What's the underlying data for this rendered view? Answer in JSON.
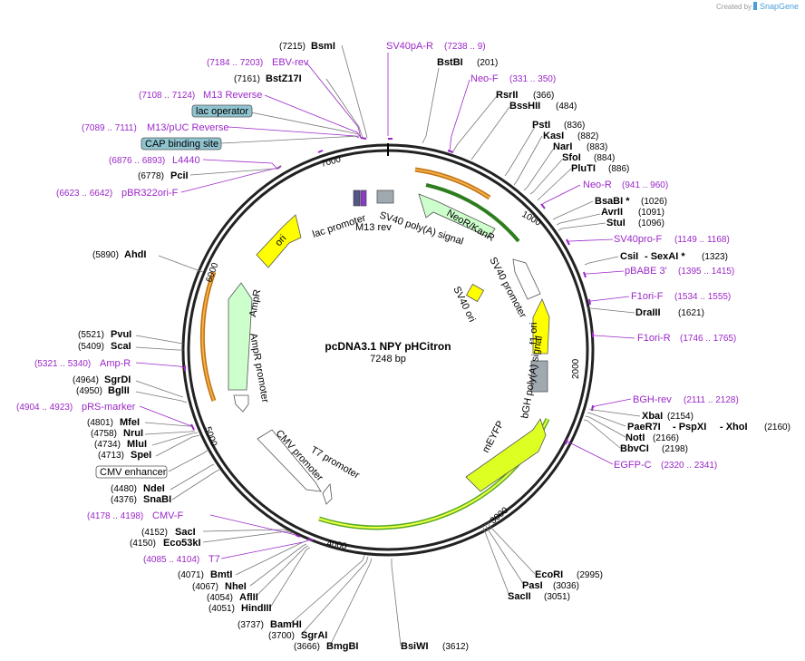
{
  "brand": {
    "created_by": "Created by",
    "name": "SnapGene"
  },
  "plasmid": {
    "name": "pcDNA3.1 NPY pHCitron",
    "length": "7248 bp"
  },
  "ticks": [
    "1000",
    "2000",
    "3000",
    "4000",
    "5000",
    "6000",
    "7000"
  ],
  "sites": [
    {
      "name": "BsmI",
      "pos": "(7215)"
    },
    {
      "name": "BstBI",
      "pos": "(201)"
    },
    {
      "name": "BstZ17I",
      "pos": "(7161)"
    },
    {
      "name": "RsrII",
      "pos": "(366)"
    },
    {
      "name": "BssHII",
      "pos": "(484)"
    },
    {
      "name": "PstI",
      "pos": "(836)"
    },
    {
      "name": "KasI",
      "pos": "(882)"
    },
    {
      "name": "NarI",
      "pos": "(883)"
    },
    {
      "name": "SfoI",
      "pos": "(884)"
    },
    {
      "name": "PluTI",
      "pos": "(886)"
    },
    {
      "name": "PciI",
      "pos": "(6778)"
    },
    {
      "name": "BsaBI *",
      "pos": "(1026)"
    },
    {
      "name": "AvrII",
      "pos": "(1091)"
    },
    {
      "name": "StuI",
      "pos": "(1096)"
    },
    {
      "name": "AhdI",
      "pos": "(5890)"
    },
    {
      "name": "CsiI",
      "pos": ""
    },
    {
      "name": "- SexAI *",
      "pos": "(1323)"
    },
    {
      "name": "DraIII",
      "pos": "(1621)"
    },
    {
      "name": "PvuI",
      "pos": "(5521)"
    },
    {
      "name": "ScaI",
      "pos": "(5409)"
    },
    {
      "name": "SgrDI",
      "pos": "(4964)"
    },
    {
      "name": "BglII",
      "pos": "(4950)"
    },
    {
      "name": "MfeI",
      "pos": "(4801)"
    },
    {
      "name": "NruI",
      "pos": "(4758)"
    },
    {
      "name": "MluI",
      "pos": "(4734)"
    },
    {
      "name": "SpeI",
      "pos": "(4713)"
    },
    {
      "name": "XbaI",
      "pos": "(2154)"
    },
    {
      "name": "PaeR7I",
      "pos": ""
    },
    {
      "name": "- PspXI",
      "pos": ""
    },
    {
      "name": "- XhoI",
      "pos": "(2160)"
    },
    {
      "name": "NotI",
      "pos": "(2166)"
    },
    {
      "name": "BbvCI",
      "pos": "(2198)"
    },
    {
      "name": "NdeI",
      "pos": "(4480)"
    },
    {
      "name": "SnaBI",
      "pos": "(4376)"
    },
    {
      "name": "SacI",
      "pos": "(4152)"
    },
    {
      "name": "Eco53kI",
      "pos": "(4150)"
    },
    {
      "name": "EcoRI",
      "pos": "(2995)"
    },
    {
      "name": "PasI",
      "pos": "(3036)"
    },
    {
      "name": "SacII",
      "pos": "(3051)"
    },
    {
      "name": "BmtI",
      "pos": "(4071)"
    },
    {
      "name": "NheI",
      "pos": "(4067)"
    },
    {
      "name": "AflII",
      "pos": "(4054)"
    },
    {
      "name": "HindIII",
      "pos": "(4051)"
    },
    {
      "name": "BamHI",
      "pos": "(3737)"
    },
    {
      "name": "SgrAI",
      "pos": "(3700)"
    },
    {
      "name": "BmgBI",
      "pos": "(3666)"
    },
    {
      "name": "BsiWI",
      "pos": "(3612)"
    }
  ],
  "primers": [
    {
      "name": "SV40pA-R",
      "pos": "(7238 .. 9)"
    },
    {
      "name": "EBV-rev",
      "pos": "(7184 .. 7203)"
    },
    {
      "name": "Neo-F",
      "pos": "(331 .. 350)"
    },
    {
      "name": "M13 Reverse",
      "pos": "(7108 .. 7124)"
    },
    {
      "name": "M13/pUC Reverse",
      "pos": "(7089 .. 7111)"
    },
    {
      "name": "L4440",
      "pos": "(6876 .. 6893)"
    },
    {
      "name": "pBR322ori-F",
      "pos": "(6623 .. 6642)"
    },
    {
      "name": "Neo-R",
      "pos": "(941 .. 960)"
    },
    {
      "name": "SV40pro-F",
      "pos": "(1149 .. 1168)"
    },
    {
      "name": "pBABE 3'",
      "pos": "(1395 .. 1415)"
    },
    {
      "name": "F1ori-F",
      "pos": "(1534 .. 1555)"
    },
    {
      "name": "F1ori-R",
      "pos": "(1746 .. 1765)"
    },
    {
      "name": "Amp-R",
      "pos": "(5321 .. 5340)"
    },
    {
      "name": "pRS-marker",
      "pos": "(4904 .. 4923)"
    },
    {
      "name": "BGH-rev",
      "pos": "(2111 .. 2128)"
    },
    {
      "name": "EGFP-C",
      "pos": "(2320 .. 2341)"
    },
    {
      "name": "CMV-F",
      "pos": "(4178 .. 4198)"
    },
    {
      "name": "T7",
      "pos": "(4085 .. 4104)"
    }
  ],
  "boxed_labels": [
    {
      "name": "lac operator",
      "fill": "#8fc3cf"
    },
    {
      "name": "CAP binding site",
      "fill": "#8fc3cf"
    },
    {
      "name": "CMV enhancer",
      "fill": "#ffffff"
    }
  ],
  "features": [
    {
      "name": "ori",
      "color": "#ffff00"
    },
    {
      "name": "AmpR",
      "color": "#ccffcc"
    },
    {
      "name": "AmpR promoter",
      "color": "#ffffff"
    },
    {
      "name": "NeoR/KanR",
      "color": "#ccffcc"
    },
    {
      "name": "SV40 promoter",
      "color": "#ffffff"
    },
    {
      "name": "SV40 ori",
      "color": "#ffff00"
    },
    {
      "name": "f1 ori",
      "color": "#ffff00"
    },
    {
      "name": "bGH poly(A) signal",
      "color": "#a0a8b0"
    },
    {
      "name": "mEYFP",
      "color": "#ddff22"
    },
    {
      "name": "CMV promoter",
      "color": "#ffffff"
    },
    {
      "name": "T7 promoter",
      "color": "#ffffff"
    },
    {
      "name": "lac promoter",
      "color": "#ffffff"
    },
    {
      "name": "M13 rev",
      "color": "#ffffff"
    },
    {
      "name": "SV40 poly(A) signal",
      "color": "#a0a8b0"
    }
  ],
  "colors": {
    "primer": "#9b27c8",
    "backbone": "#222222",
    "orange_band": "#f0a040",
    "green_band": "#55aa22"
  }
}
